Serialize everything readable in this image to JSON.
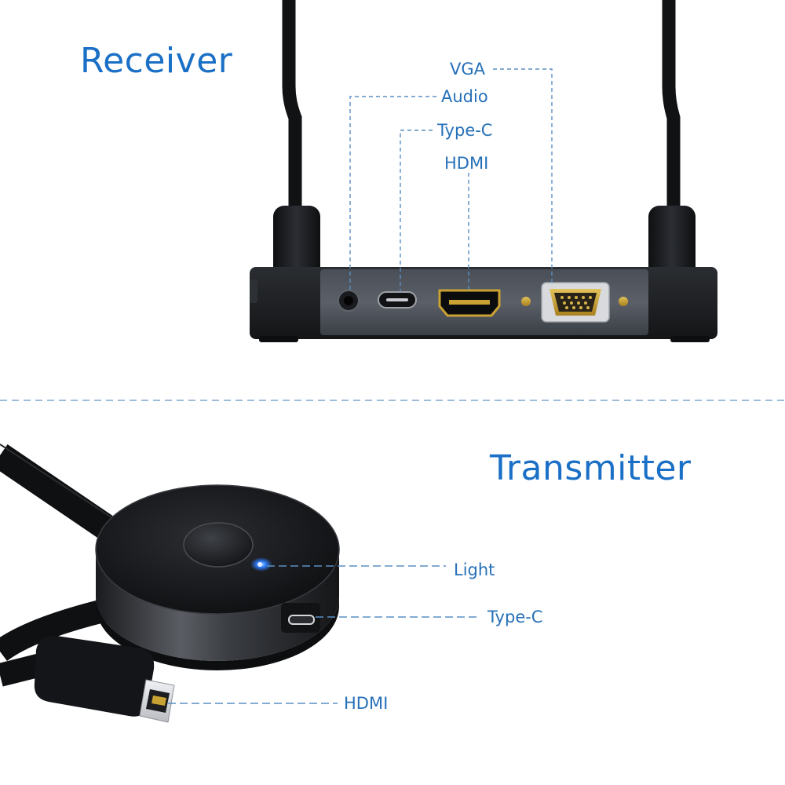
{
  "receiver": {
    "heading": "Receiver",
    "ports": [
      {
        "label": "VGA"
      },
      {
        "label": "Audio"
      },
      {
        "label": "Type-C"
      },
      {
        "label": "HDMI"
      }
    ]
  },
  "transmitter": {
    "heading": "Transmitter",
    "parts": [
      {
        "label": "Light"
      },
      {
        "label": "Type-C"
      },
      {
        "label": "HDMI"
      }
    ]
  },
  "colors": {
    "heading": "#1a6fc6",
    "callout_text": "#2670b8",
    "leader_line": "#5a8fc4",
    "divider": "#7fa7cf",
    "device_body": "#1b1d20",
    "vga_gold": "#c9a233",
    "status_led": "#2f7dff"
  }
}
